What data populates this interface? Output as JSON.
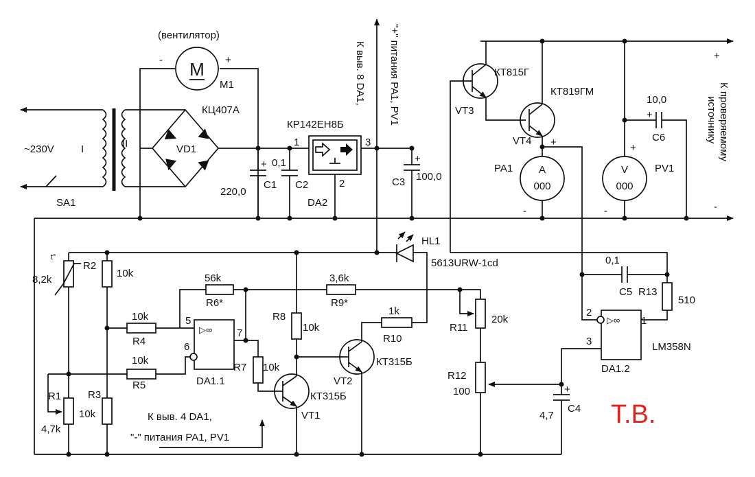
{
  "mains": {
    "voltage": "~230V",
    "primary": "I",
    "secondary": "II",
    "switch": "SA1"
  },
  "fan": {
    "caption": "(вентилятор)",
    "ref": "M1",
    "symbol": "M",
    "minus": "-",
    "plus": "+"
  },
  "bridge": {
    "part": "КЦ407А",
    "ref": "VD1"
  },
  "regulator": {
    "part": "КР142ЕН8Б",
    "ref": "DA2",
    "pin1": "1",
    "pin2": "2",
    "pin3": "3"
  },
  "caps": {
    "c1": {
      "value": "220,0",
      "ref": "C1",
      "plus": "+"
    },
    "c2": {
      "value": "0,1",
      "ref": "C2"
    },
    "c3": {
      "value": "100,0",
      "ref": "C3",
      "plus": "+"
    },
    "c4": {
      "value": "4,7",
      "ref": "C4",
      "plus": "+"
    },
    "c5": {
      "value": "0,1",
      "ref": "C5"
    },
    "c6": {
      "value": "10,0",
      "ref": "C6",
      "plus": "+"
    }
  },
  "notes": {
    "pin8_line1": "К выв. 8 DA1,",
    "pin8_line2": "\"+\" питания PA1, PV1",
    "pin4_line1": "К выв. 4 DA1,",
    "pin4_line2": "\"-\" питания PA1, PV1",
    "target_line1": "К проверяемому",
    "target_line2": "источнику"
  },
  "output": {
    "plus": "+",
    "minus": "-"
  },
  "transistors": {
    "vt1": {
      "ref": "VT1",
      "part": "КТ315Б"
    },
    "vt2": {
      "ref": "VT2",
      "part": "КТ315Б"
    },
    "vt3": {
      "ref": "VT3",
      "part": "КТ815Г"
    },
    "vt4": {
      "ref": "VT4",
      "part": "КТ819ГМ"
    }
  },
  "meters": {
    "pa1": {
      "ref": "PA1",
      "symbol": "A",
      "reading": "000",
      "plus": "+",
      "minus": "-"
    },
    "pv1": {
      "ref": "PV1",
      "symbol": "V",
      "reading": "000",
      "plus": "+",
      "minus": "-"
    }
  },
  "led": {
    "ref": "HL1",
    "part": "5613URW-1cd"
  },
  "resistors": {
    "r1": {
      "ref": "R1",
      "value": "4,7k"
    },
    "r2": {
      "ref": "R2",
      "value": "10k"
    },
    "r3": {
      "ref": "R3",
      "value": "10k"
    },
    "r4": {
      "ref": "R4",
      "value": "10k"
    },
    "r5": {
      "ref": "R5",
      "value": "10k"
    },
    "r6": {
      "ref": "R6*",
      "value": "56k"
    },
    "r7": {
      "ref": "R7",
      "value": "10k"
    },
    "r8": {
      "ref": "R8",
      "value": "10k"
    },
    "r9": {
      "ref": "R9*",
      "value": "3,6k"
    },
    "r10": {
      "ref": "R10",
      "value": "1k"
    },
    "r11": {
      "ref": "R11",
      "value": "20k"
    },
    "r12": {
      "ref": "R12",
      "value": "100"
    },
    "r13": {
      "ref": "R13",
      "value": "510"
    },
    "thermistor": {
      "value": "8,2k",
      "mark": "t°"
    }
  },
  "opamp": {
    "a": {
      "ref": "DA1.1",
      "pin_in_plus": "5",
      "pin_in_minus": "6",
      "pin_out": "7"
    },
    "b": {
      "ref": "DA1.2",
      "part": "LM358N",
      "pin_in_minus": "2",
      "pin_in_plus": "3",
      "pin_out": "1"
    },
    "symbol": "▷∞"
  },
  "signature": {
    "text": "Т.В.",
    "color": "#e2231a"
  }
}
